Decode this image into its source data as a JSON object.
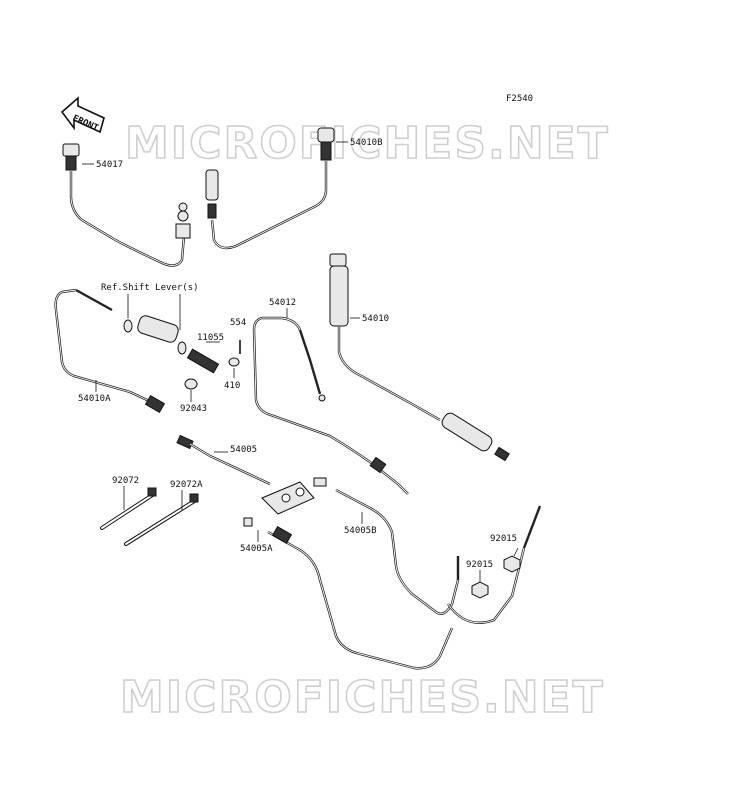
{
  "figure_code": "F2540",
  "front_arrow_label": "FRONT",
  "watermark_text": "MICROFICHES.NET",
  "ref_note": "Ref.Shift Lever(s)",
  "part_labels": [
    "54017",
    "54010B",
    "554",
    "11055",
    "410",
    "92043",
    "54010A",
    "54012",
    "54010",
    "54005",
    "92072",
    "92072A",
    "54005B",
    "54005A",
    "92015",
    "92015"
  ]
}
